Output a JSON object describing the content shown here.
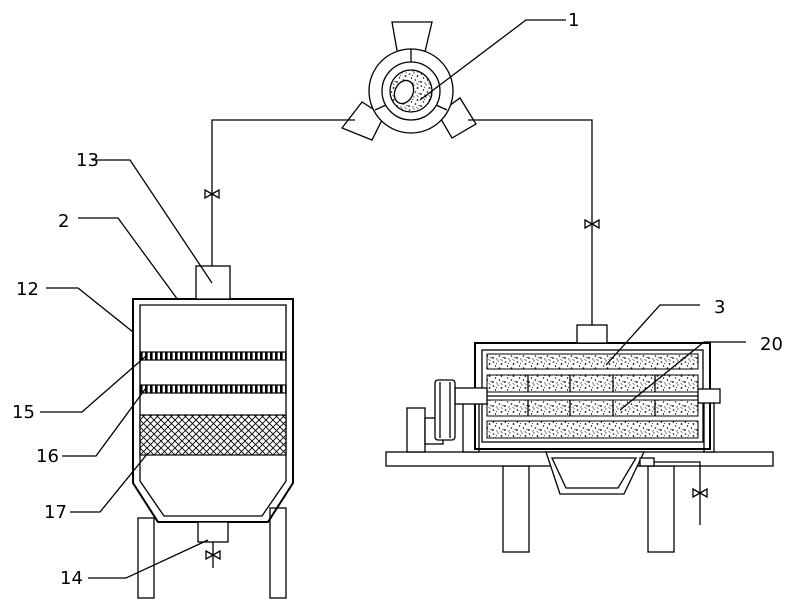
{
  "diagram": {
    "labels": {
      "fan": "1",
      "tank": "2",
      "dryer": "3",
      "housing": "12",
      "inlet_port": "13",
      "outlet_port": "14",
      "upper_plate": "15",
      "lower_plate": "16",
      "mesh_layer": "17",
      "drum_partition": "20"
    },
    "colors": {
      "stroke": "#000000",
      "background": "#ffffff"
    },
    "icons": [
      "fan-icon",
      "valve-icon",
      "motor-icon"
    ]
  }
}
